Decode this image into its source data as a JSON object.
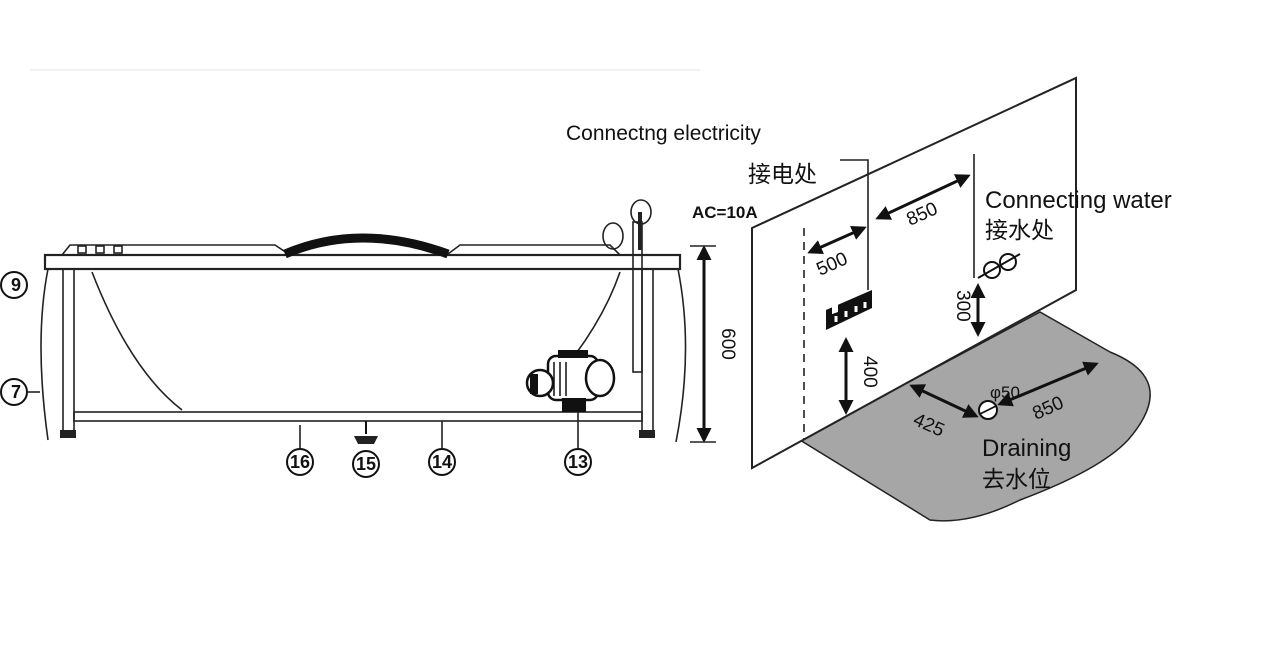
{
  "labels": {
    "connecting_electricity": "Connectng electricity",
    "connecting_electricity_cn": "接电处",
    "ac_rating": "AC=10A",
    "connecting_water": "Connecting water",
    "connecting_water_cn": "接水处",
    "draining": "Draining",
    "draining_cn": "去水位"
  },
  "dimensions": {
    "height_600": "600",
    "d500": "500",
    "d850": "850",
    "d300": "300",
    "d400": "400",
    "d425": "425",
    "d850_floor": "850",
    "phi50": "φ50"
  },
  "callouts": {
    "c16": "16",
    "c15": "15",
    "c14": "14",
    "c13": "13",
    "c_left_top": "9",
    "c_left_bottom": "7"
  }
}
